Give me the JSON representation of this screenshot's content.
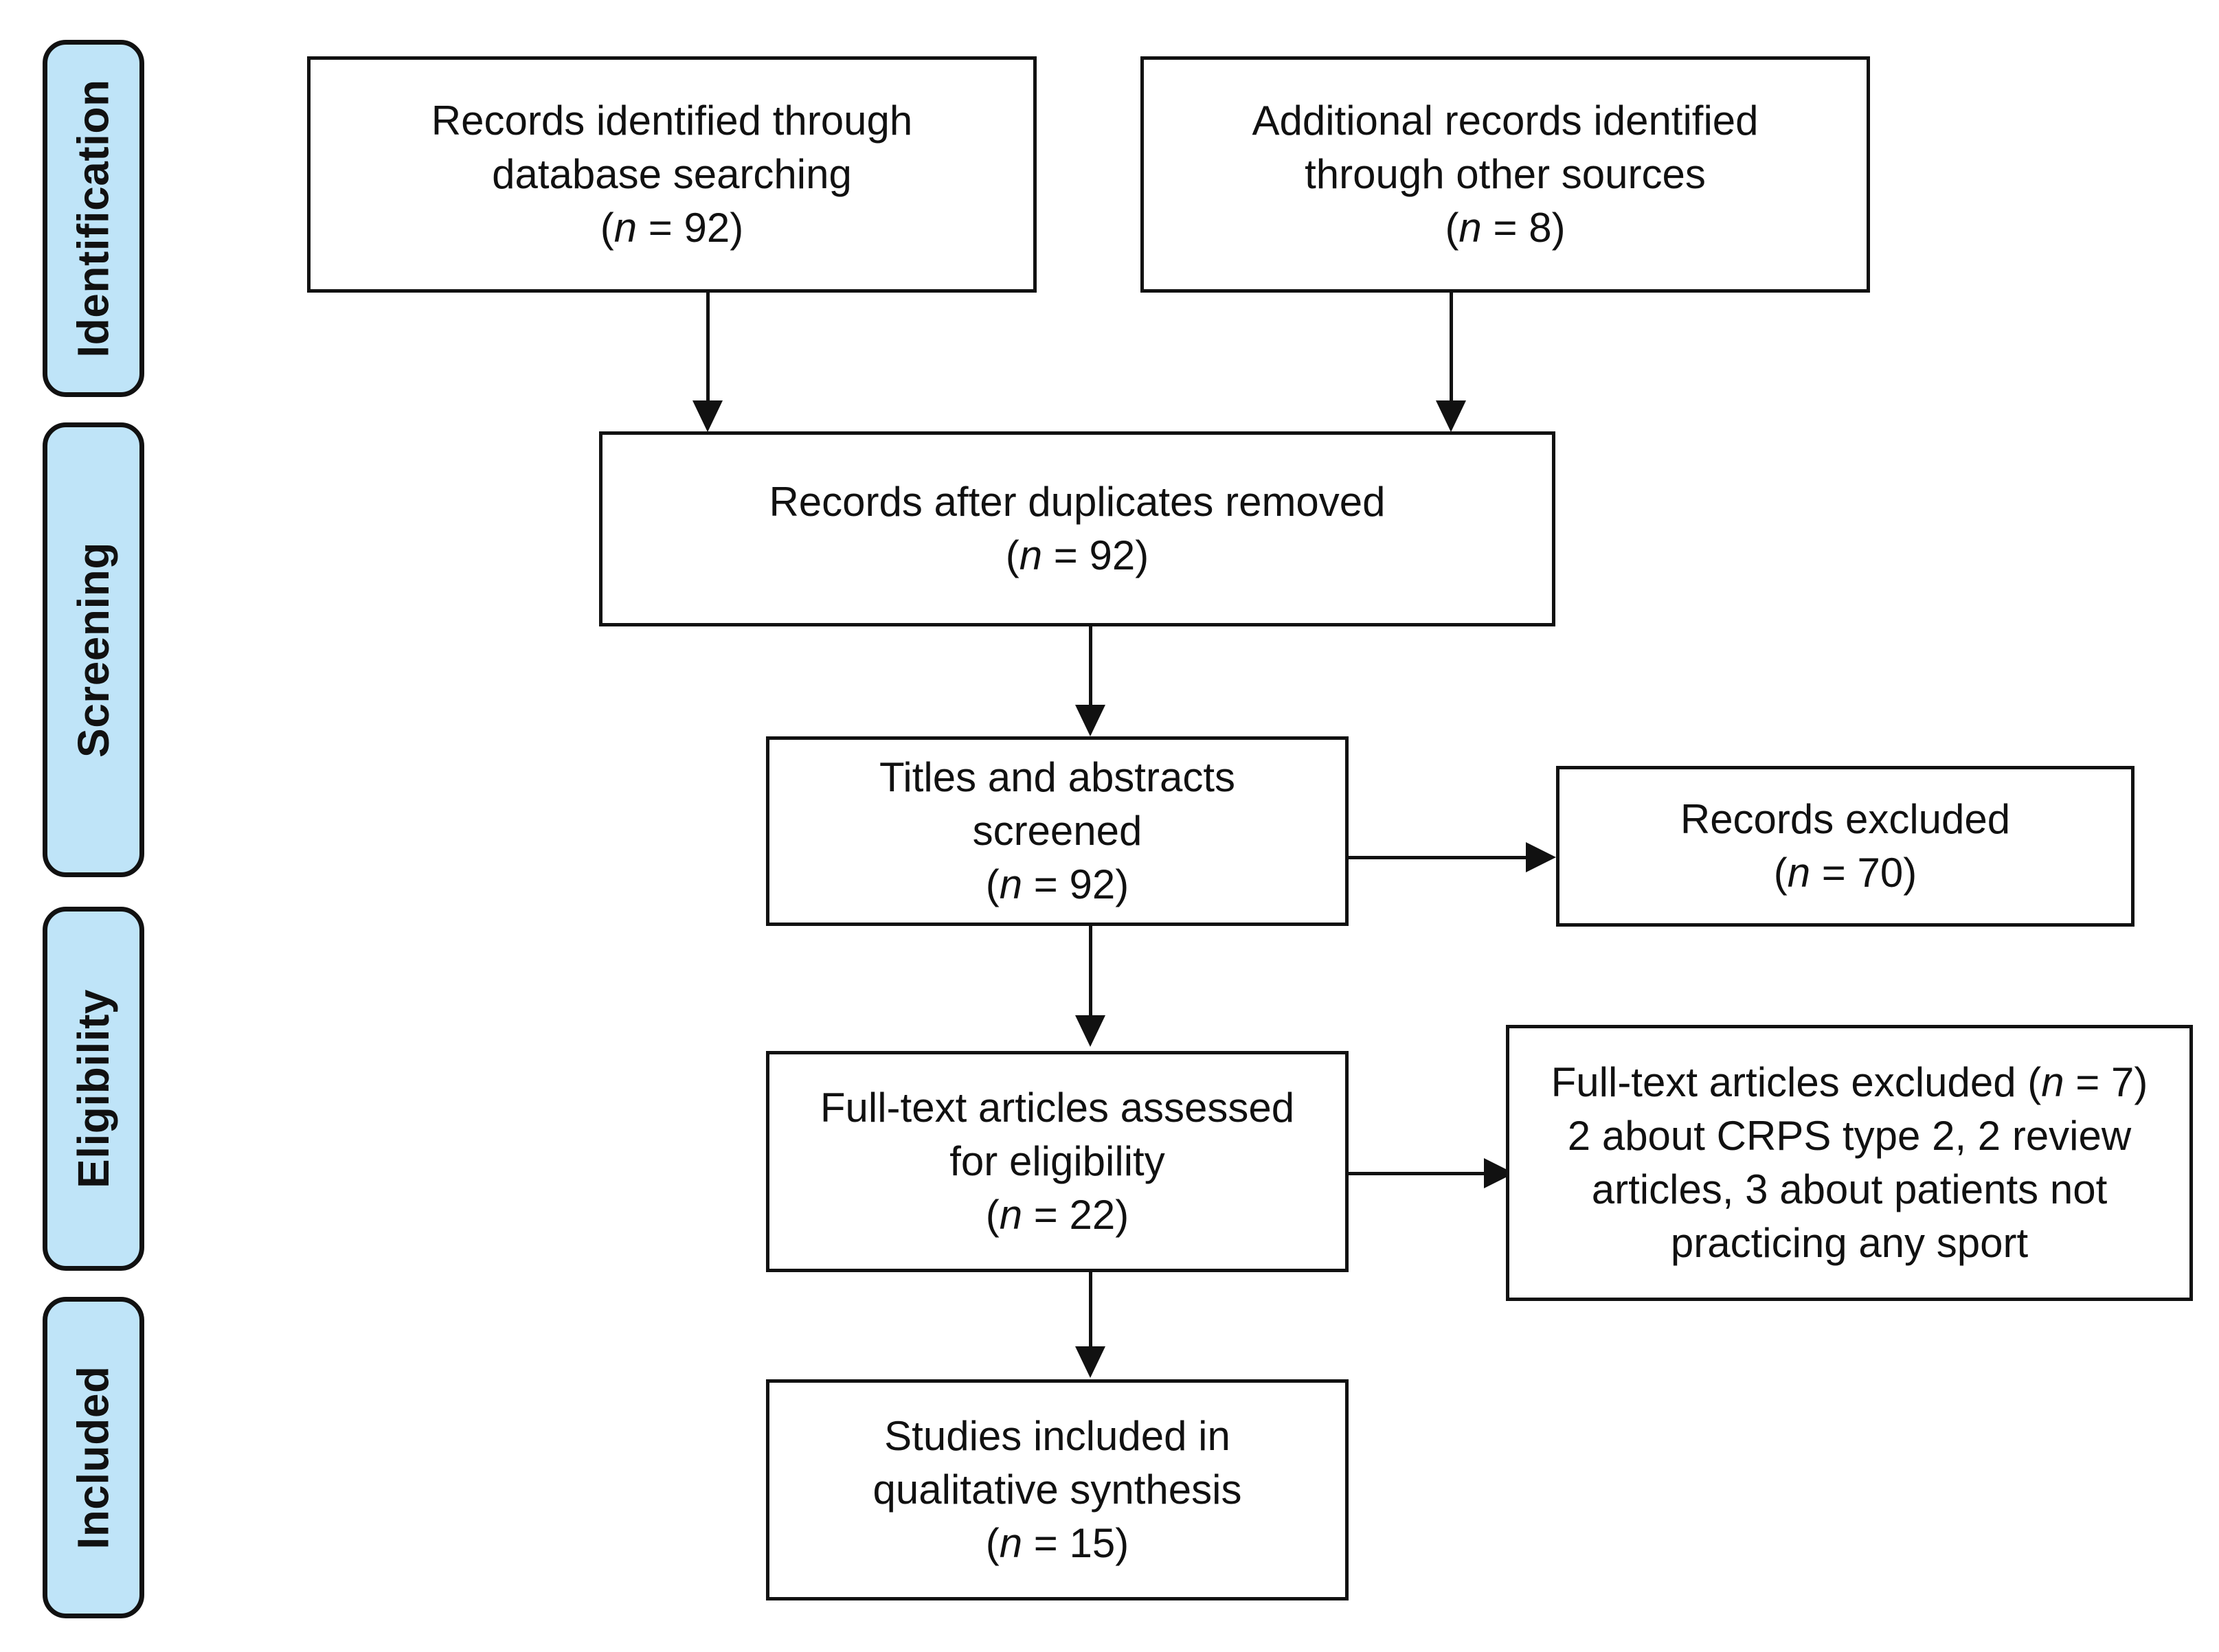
{
  "diagram": {
    "title": "PRISMA flow diagram",
    "accent_color": "#bfe4f8",
    "line_color": "#111111",
    "background_color": "#ffffff"
  },
  "stages": [
    {
      "id": "identification",
      "label": "Identification"
    },
    {
      "id": "screening",
      "label": "Screening"
    },
    {
      "id": "eligibility",
      "label": "Eligibility"
    },
    {
      "id": "included",
      "label": "Included"
    }
  ],
  "boxes": {
    "database_search": {
      "line1": "Records identified through",
      "line2": "database searching",
      "n_prefix": "(",
      "n_symbol": "n",
      "n_eq": " = ",
      "n_value": "92",
      "n_suffix": ")"
    },
    "other_sources": {
      "line1": "Additional records identified",
      "line2": "through other sources",
      "n_prefix": "(",
      "n_symbol": "n",
      "n_eq": " = ",
      "n_value": "8",
      "n_suffix": ")"
    },
    "duplicates_removed": {
      "line1": "Records after duplicates removed",
      "n_prefix": "(",
      "n_symbol": "n",
      "n_eq": " = ",
      "n_value": "92",
      "n_suffix": ")"
    },
    "titles_screened": {
      "line1": "Titles and abstracts",
      "line2": "screened",
      "n_prefix": "(",
      "n_symbol": "n",
      "n_eq": " = ",
      "n_value": "92",
      "n_suffix": ")"
    },
    "records_excluded": {
      "line1": "Records excluded",
      "n_prefix": "(",
      "n_symbol": "n",
      "n_eq": " = ",
      "n_value": "70",
      "n_suffix": ")"
    },
    "fulltext_assessed": {
      "line1": "Full-text articles assessed",
      "line2": "for eligibility",
      "n_prefix": "(",
      "n_symbol": "n",
      "n_eq": " = ",
      "n_value": "22",
      "n_suffix": ")"
    },
    "fulltext_excluded": {
      "line1_pre": "Full-text articles excluded (",
      "n_symbol": "n",
      "n_eq": " = ",
      "n_value": "7",
      "line1_post": ")",
      "line2": "2 about CRPS type 2, 2 review",
      "line3": "articles, 3 about patients not",
      "line4": "practicing any sport"
    },
    "studies_included": {
      "line1": "Studies included in",
      "line2": "qualitative synthesis",
      "n_prefix": "(",
      "n_symbol": "n",
      "n_eq": " = ",
      "n_value": "15",
      "n_suffix": ")"
    }
  }
}
